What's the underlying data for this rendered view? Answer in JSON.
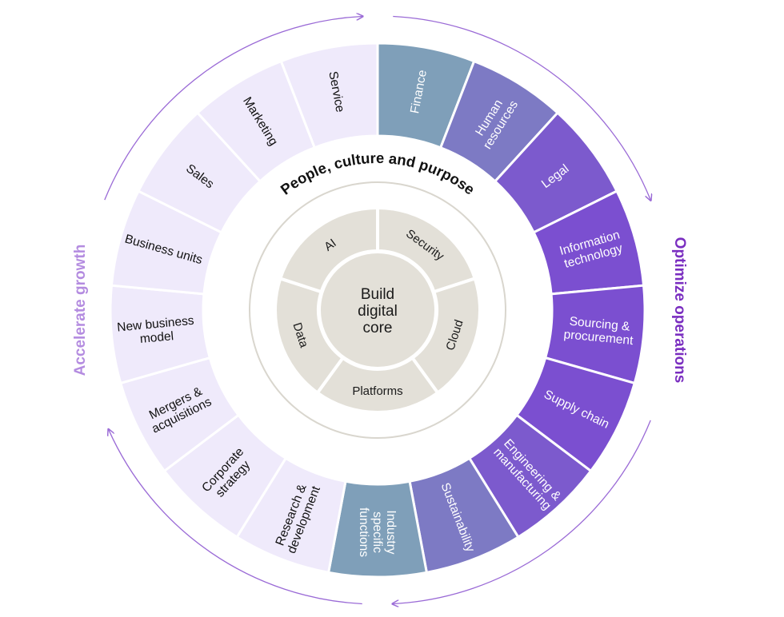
{
  "outer_segments": [
    {
      "key": "finance",
      "lines": [
        "Finance"
      ]
    },
    {
      "key": "human-resources",
      "lines": [
        "Human",
        "resources"
      ]
    },
    {
      "key": "legal",
      "lines": [
        "Legal"
      ]
    },
    {
      "key": "information-technology",
      "lines": [
        "Information",
        "technology"
      ]
    },
    {
      "key": "sourcing-procurement",
      "lines": [
        "Sourcing &",
        "procurement"
      ]
    },
    {
      "key": "supply-chain",
      "lines": [
        "Supply chain"
      ]
    },
    {
      "key": "engineering-manufacturing",
      "lines": [
        "Engineering &",
        "manufacturing"
      ]
    },
    {
      "key": "sustainability",
      "lines": [
        "Sustainability"
      ]
    },
    {
      "key": "industry-specific-functions",
      "lines": [
        "Industry",
        "specific",
        "functions"
      ]
    },
    {
      "key": "research-development",
      "lines": [
        "Research &",
        "development"
      ]
    },
    {
      "key": "corporate-strategy",
      "lines": [
        "Corporate",
        "strategy"
      ]
    },
    {
      "key": "mergers-acquisitions",
      "lines": [
        "Mergers &",
        "acquisitions"
      ]
    },
    {
      "key": "new-business-model",
      "lines": [
        "New business",
        "model"
      ]
    },
    {
      "key": "business-units",
      "lines": [
        "Business units"
      ]
    },
    {
      "key": "sales",
      "lines": [
        "Sales"
      ]
    },
    {
      "key": "marketing",
      "lines": [
        "Marketing"
      ]
    },
    {
      "key": "service",
      "lines": [
        "Service"
      ]
    }
  ],
  "ring_title": "People, culture and purpose",
  "core_segments": [
    "Security",
    "Cloud",
    "Platforms",
    "Data",
    "AI"
  ],
  "center_lines": [
    "Build",
    "digital",
    "core"
  ],
  "side_labels": {
    "left": "Accelerate growth",
    "right": "Optimize operations"
  },
  "colors": {
    "operations_start": "#7fa3b8",
    "operations_end": "#7b4fd0",
    "growth_fill": "#efeafb",
    "core_fill": "#e3e0d8",
    "left_label": "#b48ce0",
    "right_label": "#7a2ec0",
    "arrow": "#9a6ad6"
  }
}
